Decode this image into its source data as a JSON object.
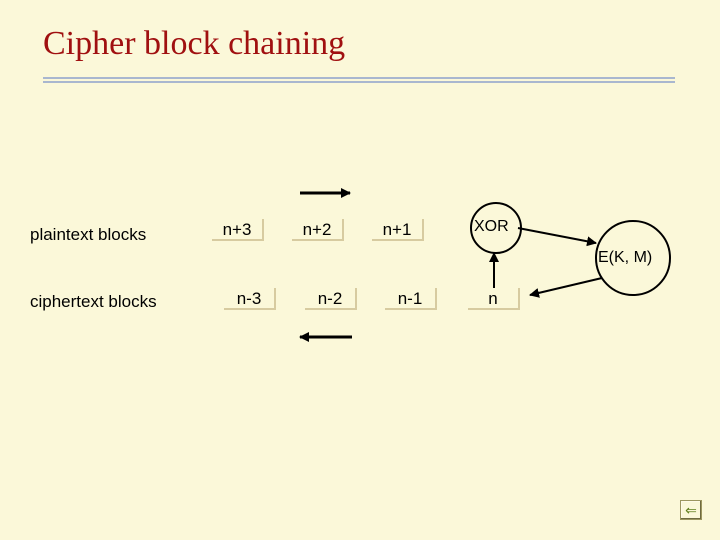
{
  "title": "Cipher block chaining",
  "rows": {
    "plaintext_label": "plaintext blocks",
    "ciphertext_label": "ciphertext blocks"
  },
  "plaintext_blocks": [
    "n+3",
    "n+2",
    "n+1"
  ],
  "ciphertext_blocks": [
    "n-3",
    "n-2",
    "n-1",
    "n"
  ],
  "xor_label": "XOR",
  "encrypt_label": "E(K, M)",
  "nav": {
    "back_icon": "back-arrow-icon"
  },
  "colors": {
    "title": "#a01010",
    "background": "#fbf8d9",
    "rule": "#a9b7cf"
  }
}
